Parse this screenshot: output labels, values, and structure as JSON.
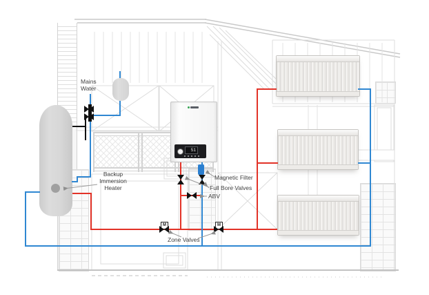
{
  "diagram": {
    "title_semantic": "boiler-heating-system-diagram",
    "labels": {
      "mains_water": "Mains Water",
      "backup_immersion_heater": "Backup Immersion Heater",
      "magnetic_filter": "Magnetic Filter",
      "full_bore_valves": "Full Bore Valves",
      "abv": "ABV",
      "zone_valves": "Zone Valves"
    },
    "boiler": {
      "display_value": "51"
    },
    "zone_valve_motor_label": "M",
    "colors": {
      "flow_pipe_red": "#e23227",
      "return_pipe_blue": "#2f87d2",
      "black_pipe": "#111111",
      "label_text": "#3f3f3f",
      "magnetic_filter_blue": "#2b7fd0"
    }
  }
}
